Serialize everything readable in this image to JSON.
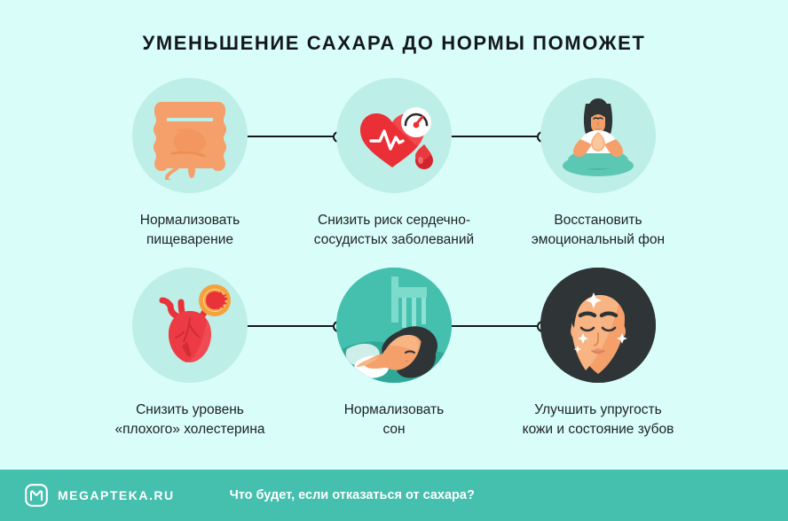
{
  "page": {
    "title": "УМЕНЬШЕНИЕ САХАРА ДО НОРМЫ ПОМОЖЕТ",
    "background_color": "#d9fdf8",
    "accent_color": "#45bfae",
    "circle_color": "#bdeee7",
    "text_color": "#1d2224"
  },
  "items": [
    {
      "icon": "intestines-icon",
      "caption_line1": "Нормализовать",
      "caption_line2": "пищеварение"
    },
    {
      "icon": "heart-pressure-icon",
      "caption_line1": "Снизить риск сердечно-",
      "caption_line2": "сосудистых заболеваний"
    },
    {
      "icon": "meditation-icon",
      "caption_line1": "Восстановить",
      "caption_line2": "эмоциональный фон"
    },
    {
      "icon": "cholesterol-heart-icon",
      "caption_line1": "Снизить уровень",
      "caption_line2": "«плохого» холестерина"
    },
    {
      "icon": "sleeping-woman-icon",
      "caption_line1": "Нормализовать",
      "caption_line2": "сон"
    },
    {
      "icon": "glowing-face-icon",
      "caption_line1": "Улучшить упругость",
      "caption_line2": "кожи и состояние зубов"
    }
  ],
  "footer": {
    "logo": "megapteka-monogram-icon",
    "brand": "MEGAPTEKA.RU",
    "tagline": "Что будет, если отказаться от сахара?"
  }
}
